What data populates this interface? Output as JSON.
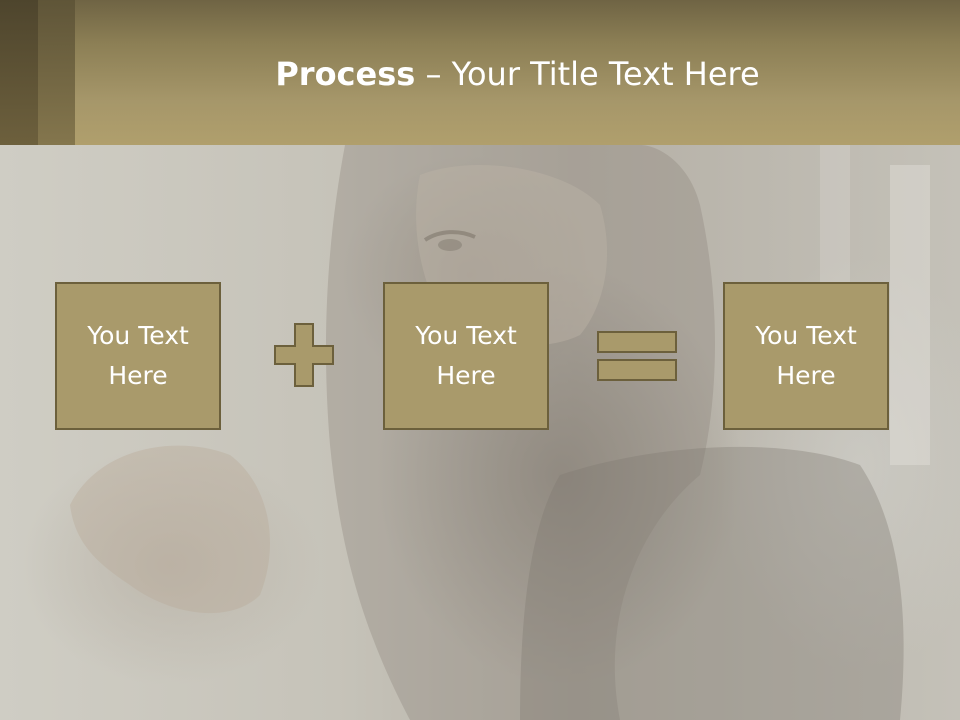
{
  "header": {
    "title_bold": "Process",
    "title_rest": " – Your Title Text Here"
  },
  "process": {
    "boxes": [
      {
        "line1": "You Text",
        "line2": "Here"
      },
      {
        "line1": "You Text",
        "line2": "Here"
      },
      {
        "line1": "You Text",
        "line2": "Here"
      }
    ],
    "operators": [
      "plus-icon",
      "equals-icon"
    ]
  },
  "colors": {
    "accent": "#a99a6b",
    "accent_border": "#6c603c",
    "header_dark": "#4e452d"
  }
}
